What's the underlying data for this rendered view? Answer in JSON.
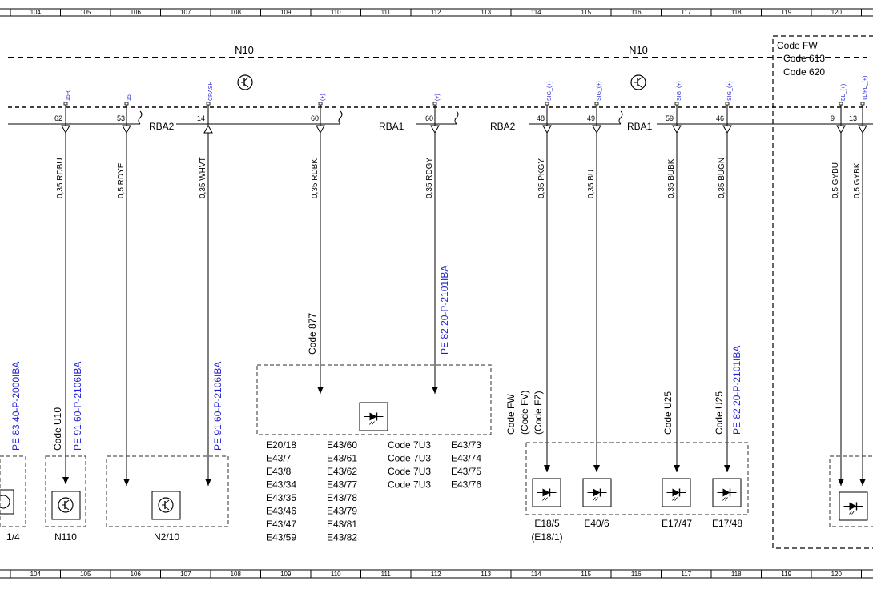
{
  "ruler": [
    "104",
    "105",
    "106",
    "107",
    "108",
    "109",
    "110",
    "111",
    "112",
    "113",
    "114",
    "115",
    "116",
    "117",
    "118",
    "119",
    "120"
  ],
  "n10_labels": [
    "N10",
    "N10"
  ],
  "code_fw_box": [
    "Code FW",
    "Code 613",
    "Code 620"
  ],
  "connectors": [
    "RBA2",
    "RBA1",
    "RBA2",
    "RBA1"
  ],
  "signals": [
    "15R",
    "15",
    "CRASH",
    "(+)",
    "(+)",
    "SIG_(+)",
    "SIG_(+)",
    "SIG_(+)",
    "SIG_(+)",
    "BL_(+)",
    "TL/PL_(+)"
  ],
  "pins": [
    "62",
    "53",
    "14",
    "60",
    "60",
    "48",
    "49",
    "59",
    "46",
    "9",
    "13"
  ],
  "wires": [
    "0,35 RDBU",
    "0,5 RDYE",
    "0,35 WHVT",
    "0,35 RDBK",
    "0,35 RDGY",
    "0,35 PKGY",
    "0,35 BU",
    "0,35 BUBK",
    "0,35 BUGN",
    "0,5 GYBU",
    "0,5 GYBK"
  ],
  "refs_blue": [
    "PE 83.40-P-2000IBA",
    "PE 91.60-P-2106IBA",
    "PE 91.60-P-2106IBA",
    "PE 82.20-P-2101IBA",
    "PE 82.20-P-2101IBA"
  ],
  "code_labels": [
    "Code U10",
    "Code 877",
    "Code U25",
    "Code U25"
  ],
  "code_fw_stack": [
    "Code FW",
    "(Code FV)",
    "(Code FZ)"
  ],
  "components": [
    "1/4",
    "N110",
    "N2/10",
    "E18/5",
    "(E18/1)",
    "E40/6",
    "E17/47",
    "E17/48"
  ],
  "e_list_col1": [
    "E20/18",
    "E43/7",
    "E43/8",
    "E43/34",
    "E43/35",
    "E43/46",
    "E43/47",
    "E43/59"
  ],
  "e_list_col2": [
    "E43/60",
    "E43/61",
    "E43/62",
    "E43/77",
    "E43/78",
    "E43/79",
    "E43/81",
    "E43/82"
  ],
  "e_list_col3": [
    "Code 7U3",
    "Code 7U3",
    "Code 7U3",
    "Code 7U3"
  ],
  "e_list_col4": [
    "E43/73",
    "E43/74",
    "E43/75",
    "E43/76"
  ],
  "colors": {
    "blue_ref": "#1f1fd6",
    "line": "#000000",
    "dash_box": "#555555"
  }
}
